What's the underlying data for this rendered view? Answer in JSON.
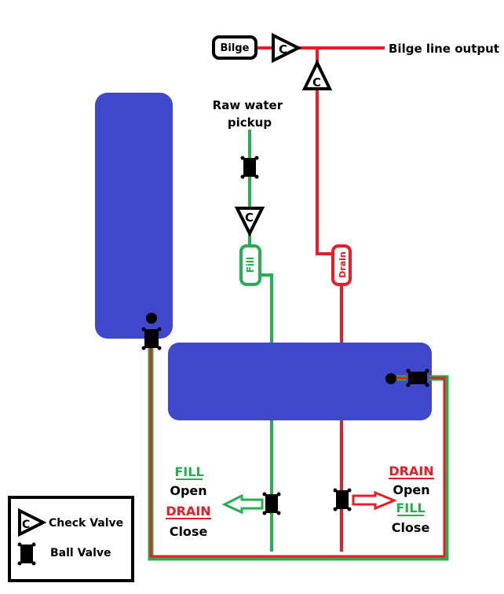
{
  "colors": {
    "tank": "#3f48cc",
    "fill_line": "#22b14c",
    "drain_line": "#ed1c24",
    "outline": "#000000"
  },
  "labels": {
    "bilge_box": "Bilge",
    "bilge_output": "Bilge line output",
    "raw_water": [
      "Raw water",
      "pickup"
    ],
    "fill_tag": "Fill",
    "drain_tag": "Drain",
    "check_glyph": "C"
  },
  "left_note": {
    "fill": "FILL",
    "fill_state": "Open",
    "drain": "DRAIN",
    "drain_state": "Close"
  },
  "right_note": {
    "drain": "DRAIN",
    "drain_state": "Open",
    "fill": "FILL",
    "fill_state": "Close"
  },
  "legend": {
    "check_valve": "Check Valve",
    "ball_valve": "Ball Valve"
  }
}
